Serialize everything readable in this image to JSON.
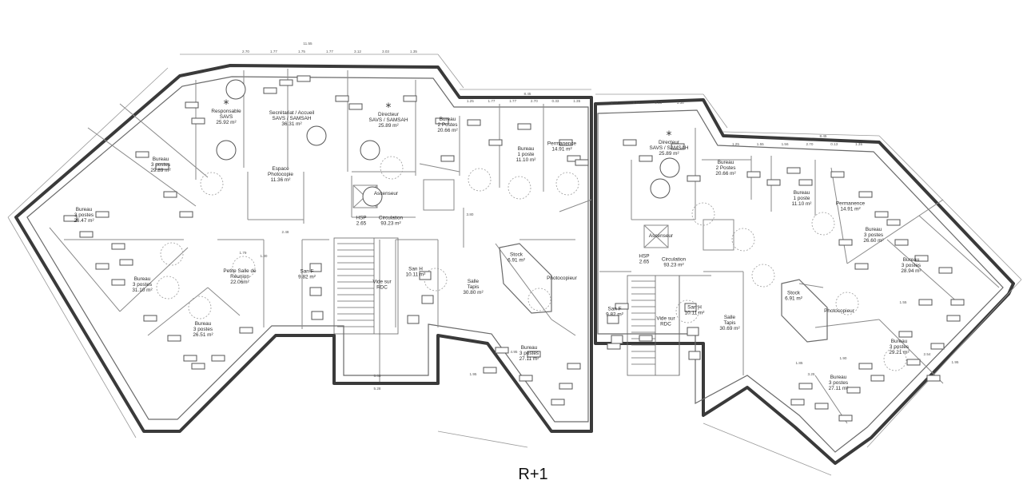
{
  "caption": "R+1",
  "left_plan": {
    "rooms": [
      {
        "lines": [
          "Responsable",
          "SAVS",
          "25.92 m²"
        ],
        "star": true
      },
      {
        "lines": [
          "Secrétariat / Accueil",
          "SAVS / SAMSAH",
          "36.31 m²"
        ]
      },
      {
        "lines": [
          "Directeur",
          "SAVS / SAMSAH",
          "25.89 m²"
        ],
        "star": true
      },
      {
        "lines": [
          "Bureau",
          "2 Postes",
          "20.66 m²"
        ]
      },
      {
        "lines": [
          "Bureau",
          "1 poste",
          "11.10 m²"
        ]
      },
      {
        "lines": [
          "Permanence",
          "14.91 m²"
        ]
      },
      {
        "lines": [
          "Bureau",
          "3 postes",
          "29.89 m²"
        ]
      },
      {
        "lines": [
          "Espace",
          "Photocopie",
          "11.36 m²"
        ]
      },
      {
        "lines": [
          "Ascenseur"
        ]
      },
      {
        "lines": [
          "Bureau",
          "3 postes",
          "26.47 m²"
        ]
      },
      {
        "lines": [
          "HSP",
          "2.65"
        ]
      },
      {
        "lines": [
          "Circulation",
          "93.23 m²"
        ]
      },
      {
        "lines": [
          "Petite Salle de",
          "Réunion",
          "22.06m²"
        ]
      },
      {
        "lines": [
          "Bureau",
          "3 postes",
          "31.10 m²"
        ]
      },
      {
        "lines": [
          "San F",
          "9.82 m²"
        ]
      },
      {
        "lines": [
          "Vide sur",
          "RDC"
        ]
      },
      {
        "lines": [
          "San H",
          "10.11 m²"
        ]
      },
      {
        "lines": [
          "Salle",
          "Tapis",
          "30.80 m²"
        ]
      },
      {
        "lines": [
          "Stock",
          "6.91 m²"
        ]
      },
      {
        "lines": [
          "Photocopieur"
        ]
      },
      {
        "lines": [
          "Bureau",
          "3 postes",
          "26.51 m²"
        ]
      },
      {
        "lines": [
          "Bureau",
          "3 postes",
          "27.11 m²"
        ]
      }
    ]
  },
  "right_plan": {
    "rooms": [
      {
        "lines": [
          "Directeur",
          "SAVS / SAMSAH",
          "25.89 m²"
        ],
        "star": true
      },
      {
        "lines": [
          "Bureau",
          "2 Postes",
          "20.66 m²"
        ]
      },
      {
        "lines": [
          "Bureau",
          "1 poste",
          "11.10 m²"
        ]
      },
      {
        "lines": [
          "Permanence",
          "14.91 m²"
        ]
      },
      {
        "lines": [
          "Ascenseur"
        ]
      },
      {
        "lines": [
          "HSP",
          "2.65"
        ]
      },
      {
        "lines": [
          "Circulation",
          "93.23 m²"
        ]
      },
      {
        "lines": [
          "Bureau",
          "3 postes",
          "26.60 m²"
        ]
      },
      {
        "lines": [
          "Bureau",
          "3 postes",
          "28.94 m²"
        ]
      },
      {
        "lines": [
          "Stock",
          "6.91 m²"
        ]
      },
      {
        "lines": [
          "Photocopieur"
        ]
      },
      {
        "lines": [
          "San F",
          "9.82 m²"
        ]
      },
      {
        "lines": [
          "Vide sur",
          "RDC"
        ]
      },
      {
        "lines": [
          "San H",
          "10.11 m²"
        ]
      },
      {
        "lines": [
          "Salle",
          "Tapis",
          "30.69 m²"
        ]
      },
      {
        "lines": [
          "Bureau",
          "3 postes",
          "29.21 m²"
        ]
      },
      {
        "lines": [
          "Bureau",
          "3 postes",
          "27.11 m²"
        ]
      }
    ]
  },
  "dimensions": {
    "left_top": [
      "2.70",
      "1.77",
      "1.75",
      "1.77",
      "3.12",
      "3.03",
      "1.35"
    ],
    "left_top_total": "11.55",
    "left_mid": [
      "1.25",
      "1.77",
      "1.77",
      "2.70",
      "0.33",
      "1.35"
    ],
    "left_mid_total": "8.45",
    "right_top": [
      "1.77",
      "1.12",
      "0.13",
      "1.35"
    ],
    "right_mid": [
      "1.25",
      "1.55",
      "1.56",
      "2.70",
      "0.13",
      "1.35"
    ],
    "right_mid_total": "8.45",
    "stair_widths": [
      "5.08",
      "5.28"
    ],
    "misc": [
      "2.48",
      "1.79",
      "1.30",
      "3.80",
      "4.95",
      "1.95",
      "1.85",
      "3.25",
      "1.90",
      "1.55",
      "2.54",
      "1.95"
    ]
  }
}
